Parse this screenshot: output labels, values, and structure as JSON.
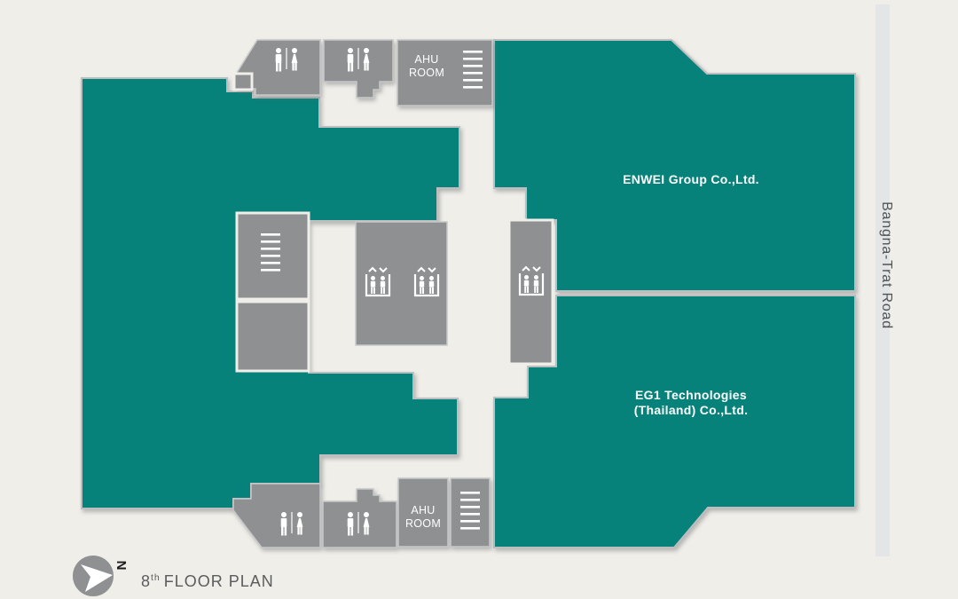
{
  "floor_plan": {
    "compass_north": "N",
    "floor_number": "8",
    "floor_ordinal": "th",
    "floor_title": "FLOOR PLAN",
    "road_name": "Bangna-Trat Road",
    "tenants": {
      "enwei": {
        "name": "ENWEI Group Co.,Ltd."
      },
      "eg1": {
        "line1": "EG1 Technologies",
        "line2": "(Thailand) Co.,Ltd."
      }
    },
    "rooms": {
      "ahu_top": {
        "line1": "AHU",
        "line2": "ROOM"
      },
      "ahu_bottom": {
        "line1": "AHU",
        "line2": "ROOM"
      }
    },
    "icons": {
      "restroom": "male-female-restroom-icon",
      "elevator": "elevator-icon",
      "stairs": "stairs-icon",
      "compass": "north-arrow-icon"
    },
    "colors": {
      "tenant_area": "#07827B",
      "room_gray": "#8E9091",
      "background": "#EFEEE9",
      "road": "#E4E5E7",
      "outline": "#BCBEC0",
      "label_white": "#FFFFFF",
      "text_dark": "#5B5C5E"
    }
  }
}
